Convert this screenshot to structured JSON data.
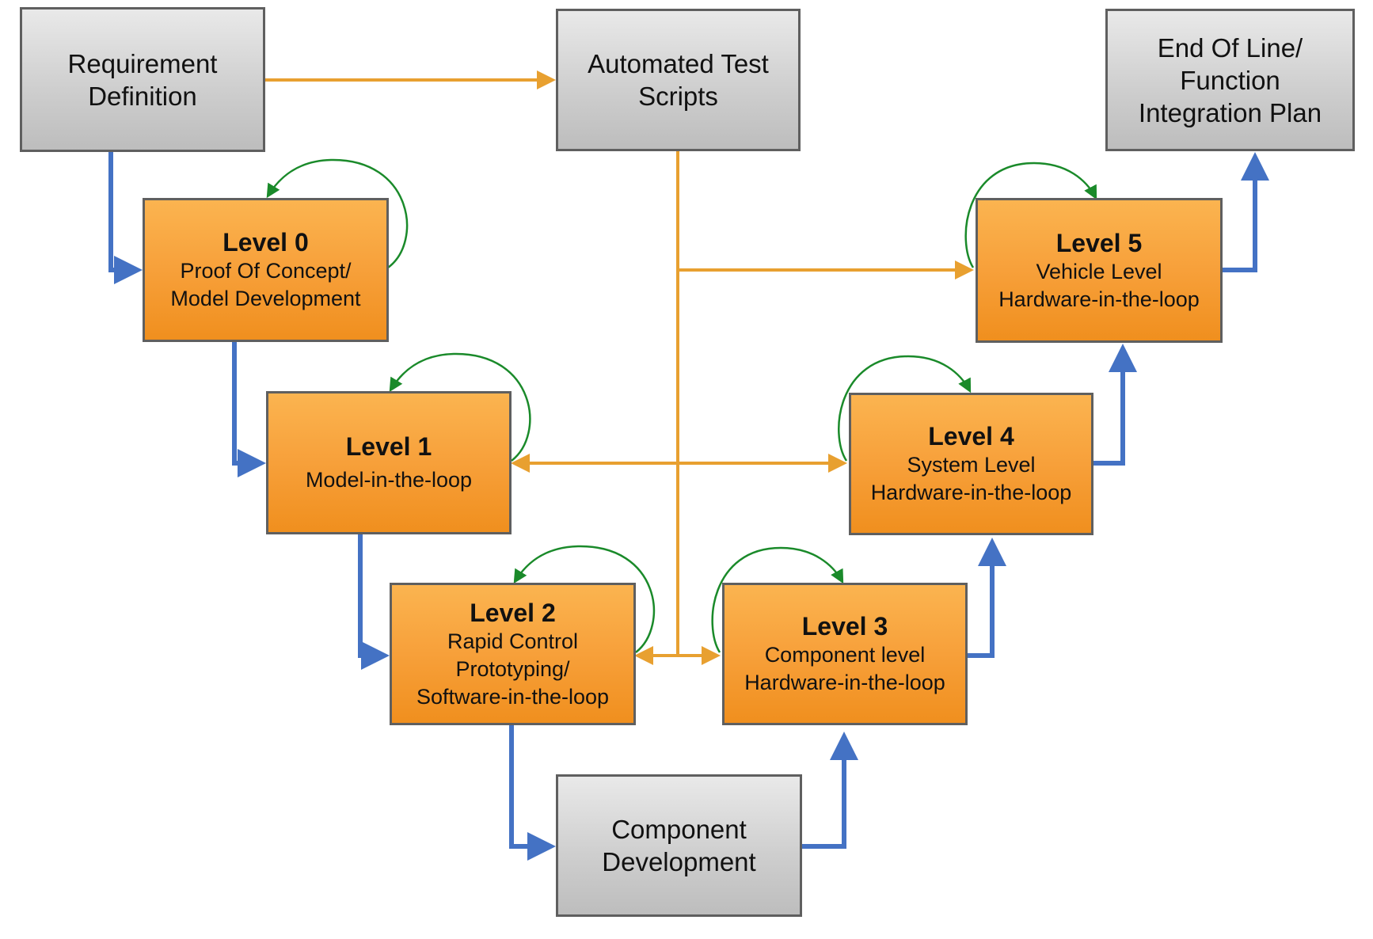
{
  "colors": {
    "flow_arrow": "#4472c4",
    "test_arrow": "#e8a030",
    "iteration_arrow": "#1a8a2a",
    "gray_box": "#cfcfcf",
    "orange_box": "#f7a03a",
    "border": "#5f5f5f"
  },
  "nodes": {
    "requirement": {
      "lines": [
        "Requirement",
        "Definition"
      ]
    },
    "tests": {
      "lines": [
        "Automated Test",
        "Scripts"
      ]
    },
    "eol": {
      "lines": [
        "End Of Line/",
        "Function",
        "Integration Plan"
      ]
    },
    "level0": {
      "title": "Level 0",
      "lines": [
        "Proof Of Concept/",
        "Model Development"
      ]
    },
    "level1": {
      "title": "Level 1",
      "lines": [
        "Model-in-the-loop"
      ]
    },
    "level2": {
      "title": "Level 2",
      "lines": [
        "Rapid Control",
        "Prototyping/",
        "Software-in-the-loop"
      ]
    },
    "level3": {
      "title": "Level 3",
      "lines": [
        "Component level",
        "Hardware-in-the-loop"
      ]
    },
    "level4": {
      "title": "Level 4",
      "lines": [
        "System Level",
        "Hardware-in-the-loop"
      ]
    },
    "level5": {
      "title": "Level 5",
      "lines": [
        "Vehicle Level",
        "Hardware-in-the-loop"
      ]
    },
    "component": {
      "lines": [
        "Component",
        "Development"
      ]
    }
  }
}
